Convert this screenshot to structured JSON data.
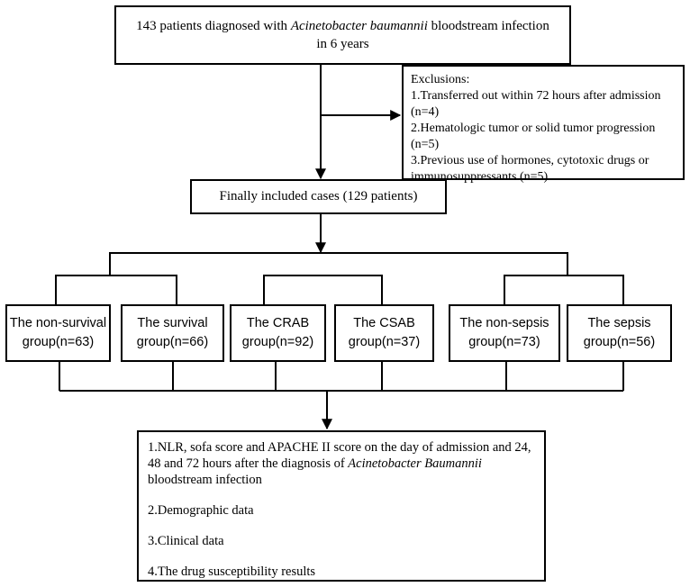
{
  "top": {
    "line1_pre": "143 patients diagnosed with ",
    "line1_italic": "Acinetobacter baumannii",
    "line1_post": " bloodstream infection",
    "line2": "in 6 years"
  },
  "exclusions": {
    "title": "Exclusions:",
    "items": [
      "1.Transferred out within 72 hours after admission (n=4)",
      "2.Hematologic tumor or solid tumor progression (n=5)",
      "3.Previous use of hormones, cytotoxic drugs or immunosuppressants (n=5)"
    ]
  },
  "included": {
    "label": "Finally included cases (129  patients)"
  },
  "groups": [
    {
      "line1": "The non-survival",
      "line2": "group(n=63)"
    },
    {
      "line1": "The survival",
      "line2": "group(n=66)"
    },
    {
      "line1": "The CRAB",
      "line2": "group(n=92)"
    },
    {
      "line1": "The CSAB",
      "line2": "group(n=37)"
    },
    {
      "line1": "The non-sepsis",
      "line2": "group(n=73)"
    },
    {
      "line1": "The sepsis",
      "line2": "group(n=56)"
    }
  ],
  "outcomes": {
    "item1_pre": "1.NLR, sofa score and APACHE II score on the day of admission and 24, 48 and 72 hours after the diagnosis of ",
    "item1_italic": "Acinetobacter Baumannii",
    "item1_post": " bloodstream infection",
    "item2": "2.Demographic data",
    "item3": "3.Clinical data",
    "item4": "4.The drug susceptibility results"
  }
}
